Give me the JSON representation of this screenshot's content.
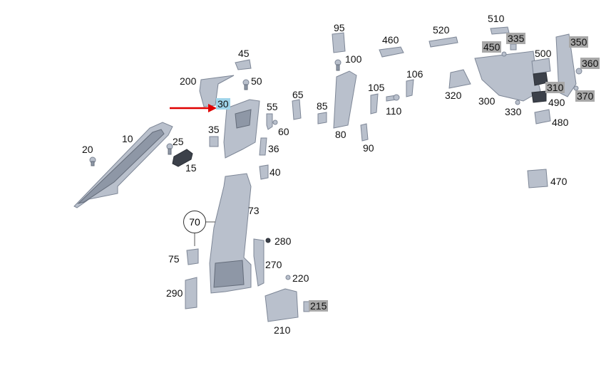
{
  "callouts": [
    {
      "id": "l10",
      "text": "10",
      "style": "plain"
    },
    {
      "id": "l15",
      "text": "15",
      "style": "plain"
    },
    {
      "id": "l20",
      "text": "20",
      "style": "plain"
    },
    {
      "id": "l25",
      "text": "25",
      "style": "plain"
    },
    {
      "id": "l30",
      "text": "30",
      "style": "selected"
    },
    {
      "id": "l35",
      "text": "35",
      "style": "plain"
    },
    {
      "id": "l36",
      "text": "36",
      "style": "plain"
    },
    {
      "id": "l40",
      "text": "40",
      "style": "plain"
    },
    {
      "id": "l45",
      "text": "45",
      "style": "plain"
    },
    {
      "id": "l50",
      "text": "50",
      "style": "plain"
    },
    {
      "id": "l55",
      "text": "55",
      "style": "plain"
    },
    {
      "id": "l60",
      "text": "60",
      "style": "plain"
    },
    {
      "id": "l65",
      "text": "65",
      "style": "plain"
    },
    {
      "id": "l73",
      "text": "73",
      "style": "plain"
    },
    {
      "id": "l75",
      "text": "75",
      "style": "plain"
    },
    {
      "id": "l80",
      "text": "80",
      "style": "plain"
    },
    {
      "id": "l85",
      "text": "85",
      "style": "plain"
    },
    {
      "id": "l90",
      "text": "90",
      "style": "plain"
    },
    {
      "id": "l95",
      "text": "95",
      "style": "plain"
    },
    {
      "id": "l100",
      "text": "100",
      "style": "plain"
    },
    {
      "id": "l105",
      "text": "105",
      "style": "plain"
    },
    {
      "id": "l106",
      "text": "106",
      "style": "plain"
    },
    {
      "id": "l110",
      "text": "110",
      "style": "plain"
    },
    {
      "id": "l200",
      "text": "200",
      "style": "plain"
    },
    {
      "id": "l210",
      "text": "210",
      "style": "plain"
    },
    {
      "id": "l215",
      "text": "215",
      "style": "boxed"
    },
    {
      "id": "l220",
      "text": "220",
      "style": "plain"
    },
    {
      "id": "l270",
      "text": "270",
      "style": "plain"
    },
    {
      "id": "l280",
      "text": "280",
      "style": "plain"
    },
    {
      "id": "l290",
      "text": "290",
      "style": "plain"
    },
    {
      "id": "l300",
      "text": "300",
      "style": "plain"
    },
    {
      "id": "l310",
      "text": "310",
      "style": "boxed"
    },
    {
      "id": "l320",
      "text": "320",
      "style": "plain"
    },
    {
      "id": "l330",
      "text": "330",
      "style": "plain"
    },
    {
      "id": "l335",
      "text": "335",
      "style": "boxed"
    },
    {
      "id": "l350",
      "text": "350",
      "style": "boxed"
    },
    {
      "id": "l360",
      "text": "360",
      "style": "boxed"
    },
    {
      "id": "l370",
      "text": "370",
      "style": "boxed"
    },
    {
      "id": "l450",
      "text": "450",
      "style": "boxed"
    },
    {
      "id": "l460",
      "text": "460",
      "style": "plain"
    },
    {
      "id": "l470",
      "text": "470",
      "style": "plain"
    },
    {
      "id": "l480",
      "text": "480",
      "style": "plain"
    },
    {
      "id": "l490",
      "text": "490",
      "style": "plain"
    },
    {
      "id": "l500",
      "text": "500",
      "style": "plain"
    },
    {
      "id": "l510",
      "text": "510",
      "style": "plain"
    },
    {
      "id": "l520",
      "text": "520",
      "style": "plain"
    }
  ],
  "group_marker": {
    "text": "70"
  },
  "colors": {
    "part_fill": "#b9c0cc",
    "highlight": "#9fd4ea",
    "boxed": "#a8a8a8",
    "arrow": "#e00000"
  }
}
